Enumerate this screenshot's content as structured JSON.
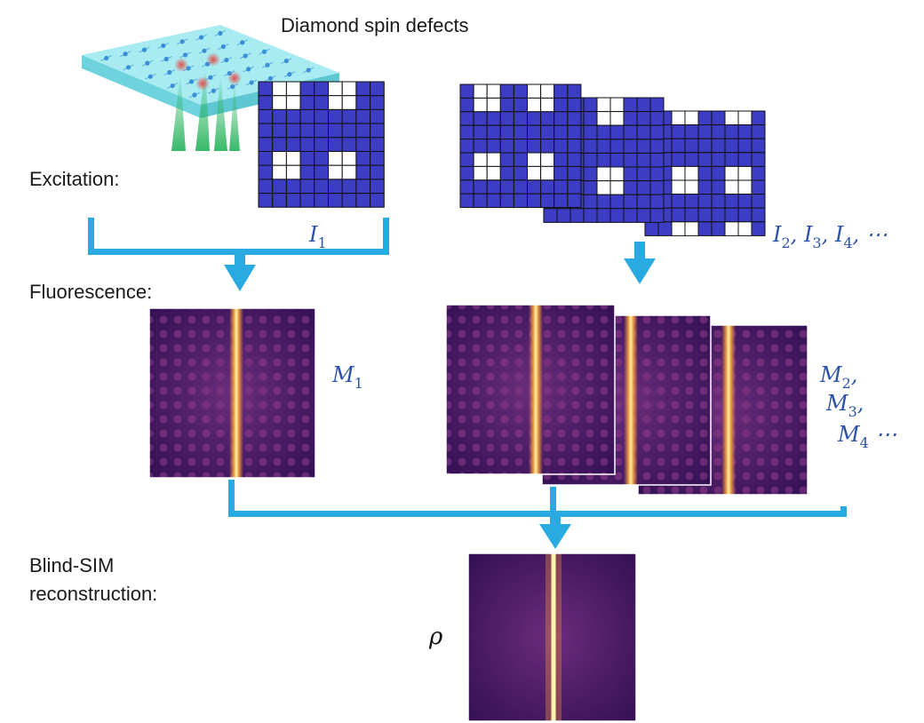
{
  "labels": {
    "title": "Diamond spin defects",
    "excitation": "Excitation:",
    "fluorescence": "Fluorescence:",
    "blind_sim_line1": "Blind-SIM",
    "blind_sim_line2": "reconstruction:"
  },
  "math": {
    "I1": {
      "base": "I",
      "sub": "1"
    },
    "I_rest": [
      {
        "base": "I",
        "sub": "2",
        "after": ", "
      },
      {
        "base": "I",
        "sub": "3",
        "after": ", "
      },
      {
        "base": "I",
        "sub": "4",
        "after": ", ⋯"
      }
    ],
    "M1": {
      "base": "M",
      "sub": "1"
    },
    "M2": {
      "base": "M",
      "sub": "2",
      "after": ","
    },
    "M3": {
      "base": "M",
      "sub": "3",
      "after": ","
    },
    "M4": {
      "base": "M",
      "sub": "4",
      "after": " ⋯"
    },
    "rho": "ρ"
  },
  "colors": {
    "pattern_blue": "#3c3cc4",
    "pattern_white": "#ffffff",
    "arrow_cyan": "#29aae1",
    "math_blue": "#2a52a8",
    "slab_top": "#a8ecf2",
    "slab_side": "#6fd3dd",
    "defect_blue": "#3a8fd6",
    "defect_red": "#e2504a",
    "beam_green": "#2db560",
    "image_dark": "#2a0c48",
    "image_mid": "#6a2a78",
    "image_bright": "#ffe890"
  },
  "patterns": {
    "grid_size": 9,
    "white_blocks_2x2_at": [
      [
        0,
        1
      ],
      [
        0,
        5
      ],
      [
        5,
        1
      ],
      [
        5,
        5
      ]
    ]
  }
}
